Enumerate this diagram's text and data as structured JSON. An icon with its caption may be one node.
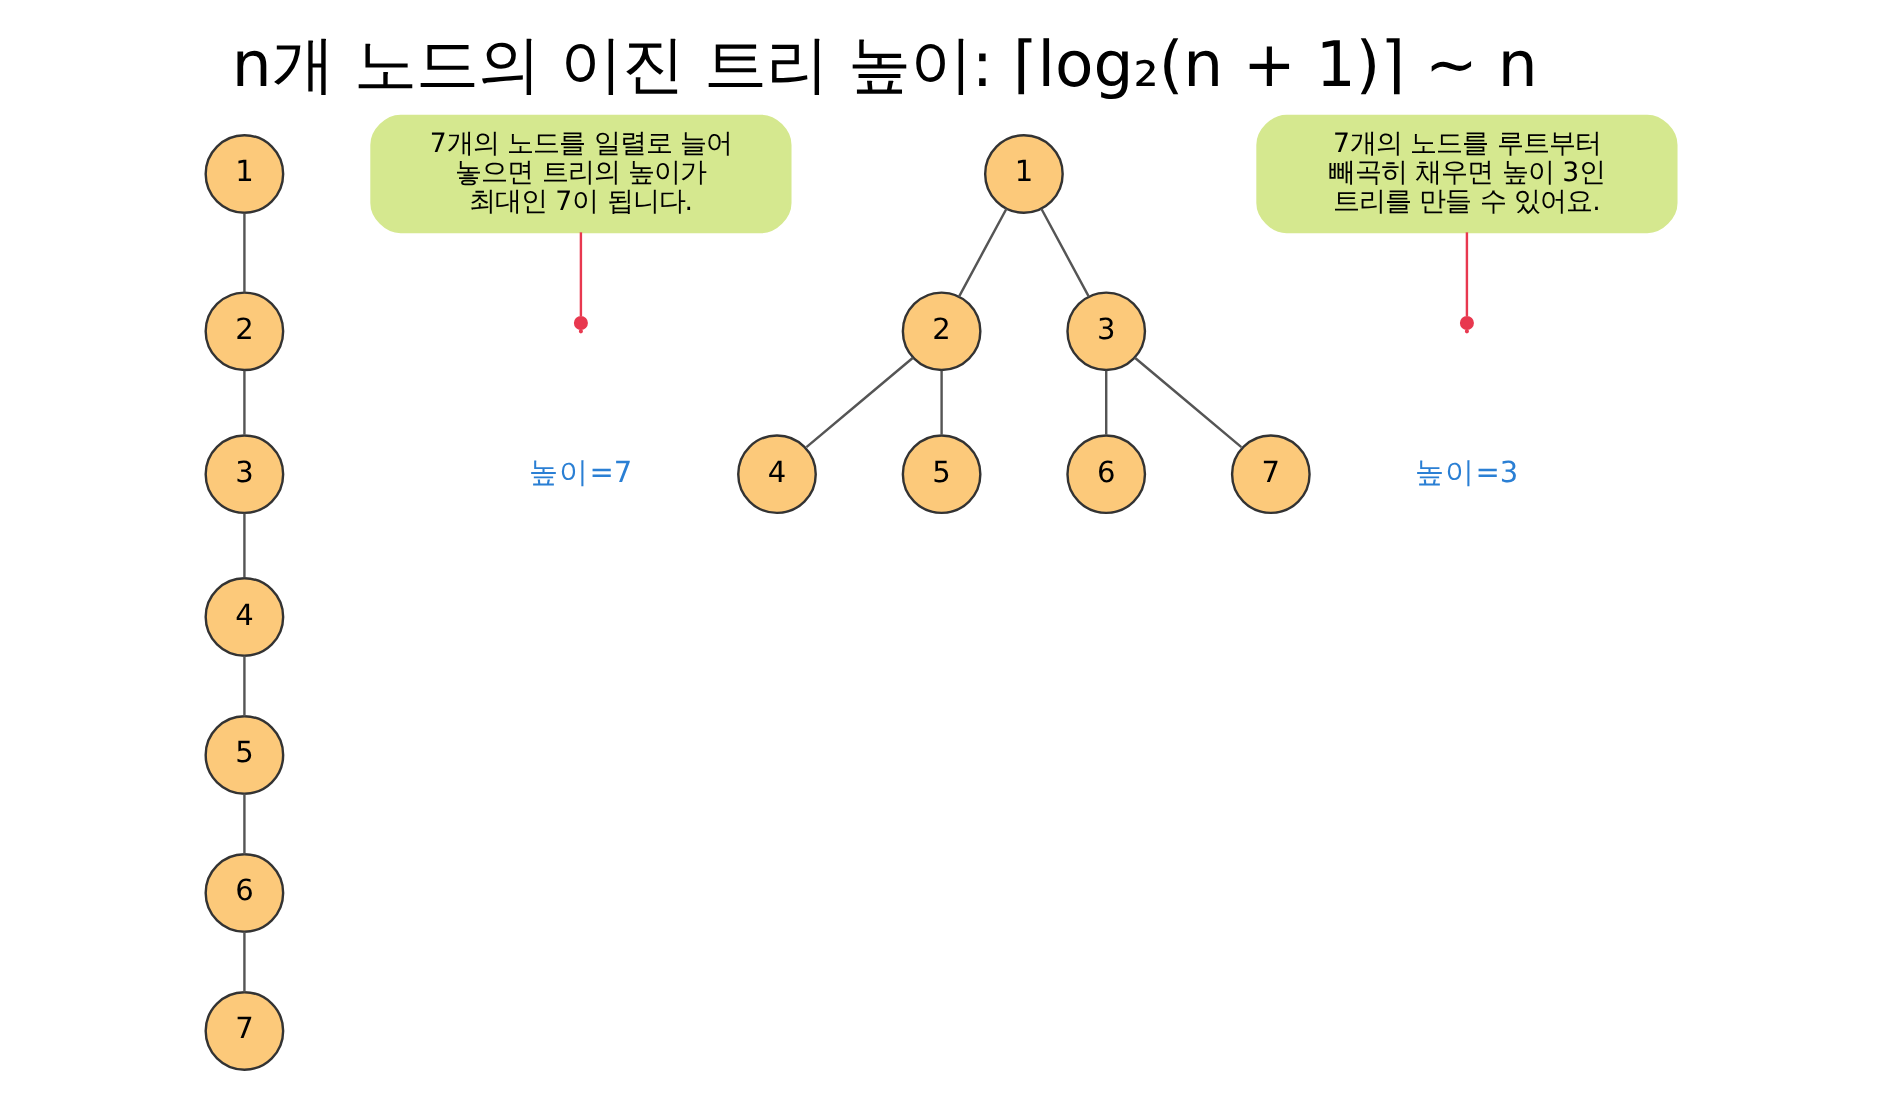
{
  "diagram": {
    "title": "n개 노드의 이진 트리 높이: ⌈log₂(n + 1)⌉ ~ n",
    "nodes": [
      {
        "text": [
          "1"
        ]
      },
      {
        "text": [
          "2"
        ]
      },
      {
        "text": [
          "3"
        ]
      },
      {
        "text": [
          "4"
        ]
      },
      {
        "text": [
          "5"
        ]
      },
      {
        "text": [
          "6"
        ]
      },
      {
        "text": [
          "7"
        ]
      },
      {
        "text": [
          "7개의 노드를 일렬로 늘어 놓으면 트리의 높이가 최대인 7이 됩니다."
        ]
      },
      {
        "text": [
          "1"
        ]
      },
      {
        "text": [
          "2"
        ]
      },
      {
        "text": [
          "3"
        ]
      },
      {
        "text": [
          "4"
        ]
      },
      {
        "text": [
          "5"
        ]
      },
      {
        "text": [
          "6"
        ]
      },
      {
        "text": [
          "7"
        ]
      },
      {
        "text": [
          "7개의 노드를 루트부터 빼곡히 채우면 높이 3인 트리를 만들 수 있어요."
        ]
      }
    ],
    "edges": [
      {
        "from": 0,
        "to": 1,
        "arrow": "none"
      },
      {
        "from": 1,
        "to": 2,
        "arrow": "none"
      },
      {
        "from": 2,
        "to": 3,
        "arrow": "none"
      },
      {
        "from": 3,
        "to": 4,
        "arrow": "none"
      },
      {
        "from": 4,
        "to": 5,
        "arrow": "none"
      },
      {
        "from": 5,
        "to": 6,
        "arrow": "none"
      },
      {
        "from": 7,
        "to": null,
        "arrow": "other",
        "color": "#e8384f"
      },
      {
        "from": 8,
        "to": 9,
        "arrow": "none"
      },
      {
        "from": 8,
        "to": 10,
        "arrow": "none"
      },
      {
        "from": 9,
        "to": 11,
        "arrow": "none"
      },
      {
        "from": 9,
        "to": 12,
        "arrow": "none"
      },
      {
        "from": 10,
        "to": 13,
        "arrow": "none"
      },
      {
        "from": 10,
        "to": 14,
        "arrow": "none"
      },
      {
        "from": 15,
        "to": null,
        "arrow": "other",
        "color": "#e8384f"
      }
    ],
    "labels": [
      "높이=7",
      "높이=3"
    ]
  }
}
